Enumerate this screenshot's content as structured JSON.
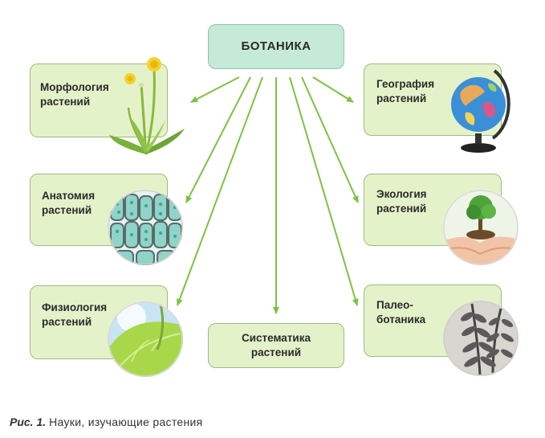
{
  "root": "БОТАНИКА",
  "branches": {
    "morphology": "Морфология\nрастений",
    "anatomy": "Анатомия\nрастений",
    "physiology": "Физиология\nрастений",
    "systematics": "Систематика\nрастений",
    "geography": "География\nрастений",
    "ecology": "Экология\nрастений",
    "paleobotany": "Палео-\nботаника"
  },
  "caption": {
    "label": "Рис. 1.",
    "text": "Науки, изучающие растения"
  },
  "colors": {
    "box_fill": "#e4f2c9",
    "box_border": "#9fb983",
    "root_fill": "#c6ead8",
    "arrow": "#7cc242"
  }
}
